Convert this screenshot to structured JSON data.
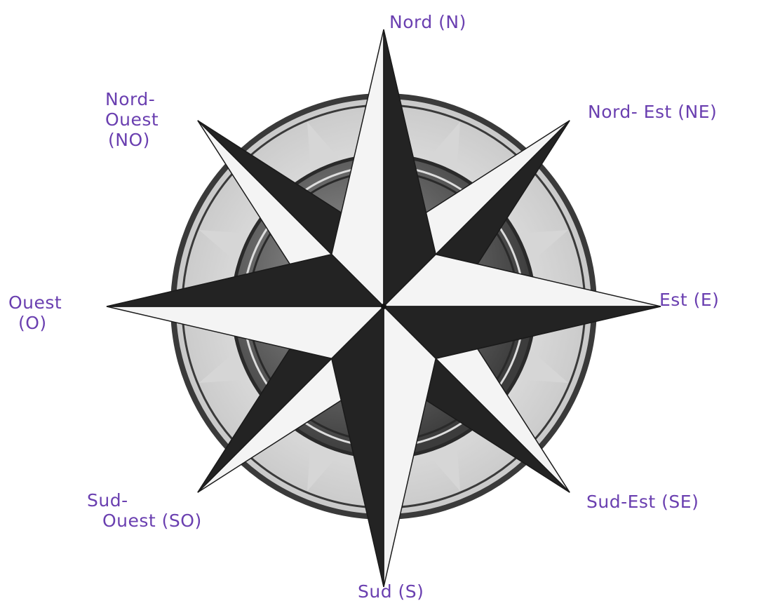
{
  "colors": {
    "label": "#6a3fb0",
    "star_dark": "#232323",
    "star_light": "#f4f4f4",
    "ring": "#3a3a3a",
    "ring_fill": "#e8e8e8"
  },
  "labels": {
    "n": "Nord (N)",
    "ne": "Nord- Est (NE)",
    "e": "Est (E)",
    "se": "Sud-Est (SE)",
    "s": "Sud (S)",
    "so_line1": "Sud-",
    "so_line2": "Ouest (SO)",
    "o_line1": "Ouest",
    "o_line2": "(O)",
    "no_line1": "Nord-",
    "no_line2": "Ouest",
    "no_line3": "(NO)"
  }
}
